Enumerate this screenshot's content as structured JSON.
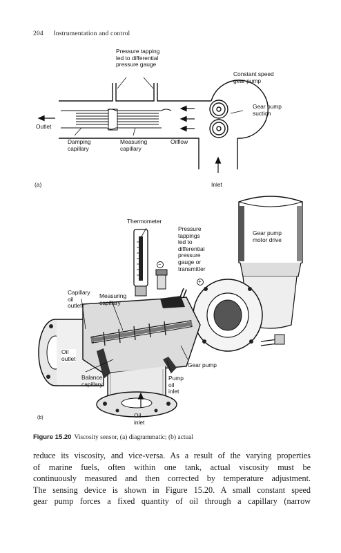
{
  "header": {
    "page_number": "204",
    "running_title": "Instrumentation and control"
  },
  "figure_a": {
    "part_label": "(a)",
    "labels": {
      "pressure_tapping": [
        "Pressure tapping",
        "led to differential",
        "pressure gauge"
      ],
      "constant_speed_pump": [
        "Constant speed",
        "gear pump"
      ],
      "gear_pump_suction": [
        "Gear pump",
        "suction"
      ],
      "outlet": "Outlet",
      "damping_capillary": [
        "Damping",
        "capillary"
      ],
      "measuring_capillary": [
        "Measuring",
        "capillary"
      ],
      "oilflow": "Oilflow",
      "inlet": "Inlet"
    }
  },
  "figure_b": {
    "part_label": "(b)",
    "labels": {
      "thermometer": "Thermometer",
      "pressure_tappings": [
        "Pressure",
        "tappings",
        "led to",
        "differential",
        "pressure",
        "gauge or",
        "transmitter"
      ],
      "minus_sign": "−",
      "plus_sign": "+",
      "gear_pump_motor": [
        "Gear pump",
        "motor drive"
      ],
      "capillary_oil_outlet": [
        "Capillary",
        "oil",
        "outlet"
      ],
      "measuring_capillary": [
        "Measuring",
        "capillary"
      ],
      "oil_outlet": [
        "Oil",
        "outlet"
      ],
      "gear_pump": "Gear pump",
      "balance_capillary": [
        "Balance",
        "capillary"
      ],
      "pump_oil_inlet": [
        "Pump",
        "oil",
        "inlet"
      ],
      "oil_inlet": [
        "Oil",
        "inlet"
      ]
    }
  },
  "caption": {
    "number": "Figure 15.20",
    "text": "Viscosity sensor, (a) diagrammatic; (b) actual"
  },
  "body_lines": [
    "reduce its viscosity, and vice-versa. As a result of the varying properties",
    "of marine fuels, often within one tank, actual viscosity must be",
    "continuously measured and then corrected by temperature adjustment.",
    "The sensing device is shown in Figure 15.20. A small constant speed",
    "gear pump forces a fixed quantity of oil through a capillary (narrow"
  ]
}
